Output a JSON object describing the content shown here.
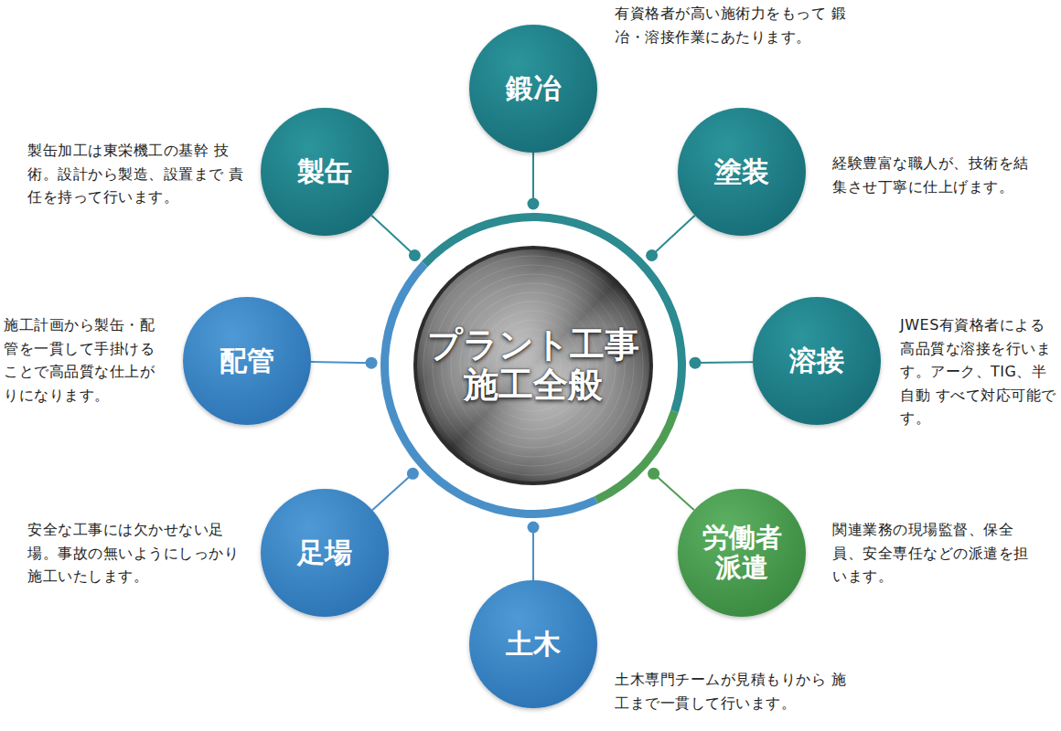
{
  "diagram": {
    "nodes": [
      {
        "text": [
          "プラント工事 施工全般"
        ]
      },
      {
        "text": [
          "鍛冶"
        ]
      },
      {
        "text": [
          "製缶"
        ]
      },
      {
        "text": [
          "塗装"
        ]
      },
      {
        "text": [
          "配管"
        ]
      },
      {
        "text": [
          "溶接"
        ]
      },
      {
        "text": [
          "足場"
        ]
      },
      {
        "text": [
          "労働者 派遣"
        ]
      },
      {
        "text": [
          "土木"
        ]
      }
    ],
    "edges": [
      {
        "from": 0,
        "to": 1,
        "arrow": "none"
      },
      {
        "from": 0,
        "to": 2,
        "arrow": "none"
      },
      {
        "from": 0,
        "to": 3,
        "arrow": "none"
      },
      {
        "from": 0,
        "to": 4,
        "arrow": "none"
      },
      {
        "from": 0,
        "to": 5,
        "arrow": "none"
      },
      {
        "from": 0,
        "to": 6,
        "arrow": "none"
      },
      {
        "from": 0,
        "to": 7,
        "arrow": "none"
      },
      {
        "from": 0,
        "to": 8,
        "arrow": "none"
      }
    ],
    "labels": [
      "有資格者が高い施術力をもって 鍛冶・溶接作業にあたります。",
      "製缶加工は東栄機工の基幹 技術。設計から製造、設置まで 責任を持って行います。",
      "経験豊富な職人が、技術を結 集させ丁寧に仕上げます。",
      "施工計画から製缶・配 管を一貫して手掛ける ことで高品質な仕上が りになります。",
      "JWES有資格者による 高品質な溶接を行いま す。アーク、TIG、半自動 すべて対応可能です。",
      "安全な工事には欠かせない足 場。事故の無いようにしっかり 施工いたします。",
      "関連業務の現場監督、保全 員、安全専任などの派遣を担 います。",
      "土木専門チームが見積もりから 施工まで一貫して行います。"
    ]
  }
}
